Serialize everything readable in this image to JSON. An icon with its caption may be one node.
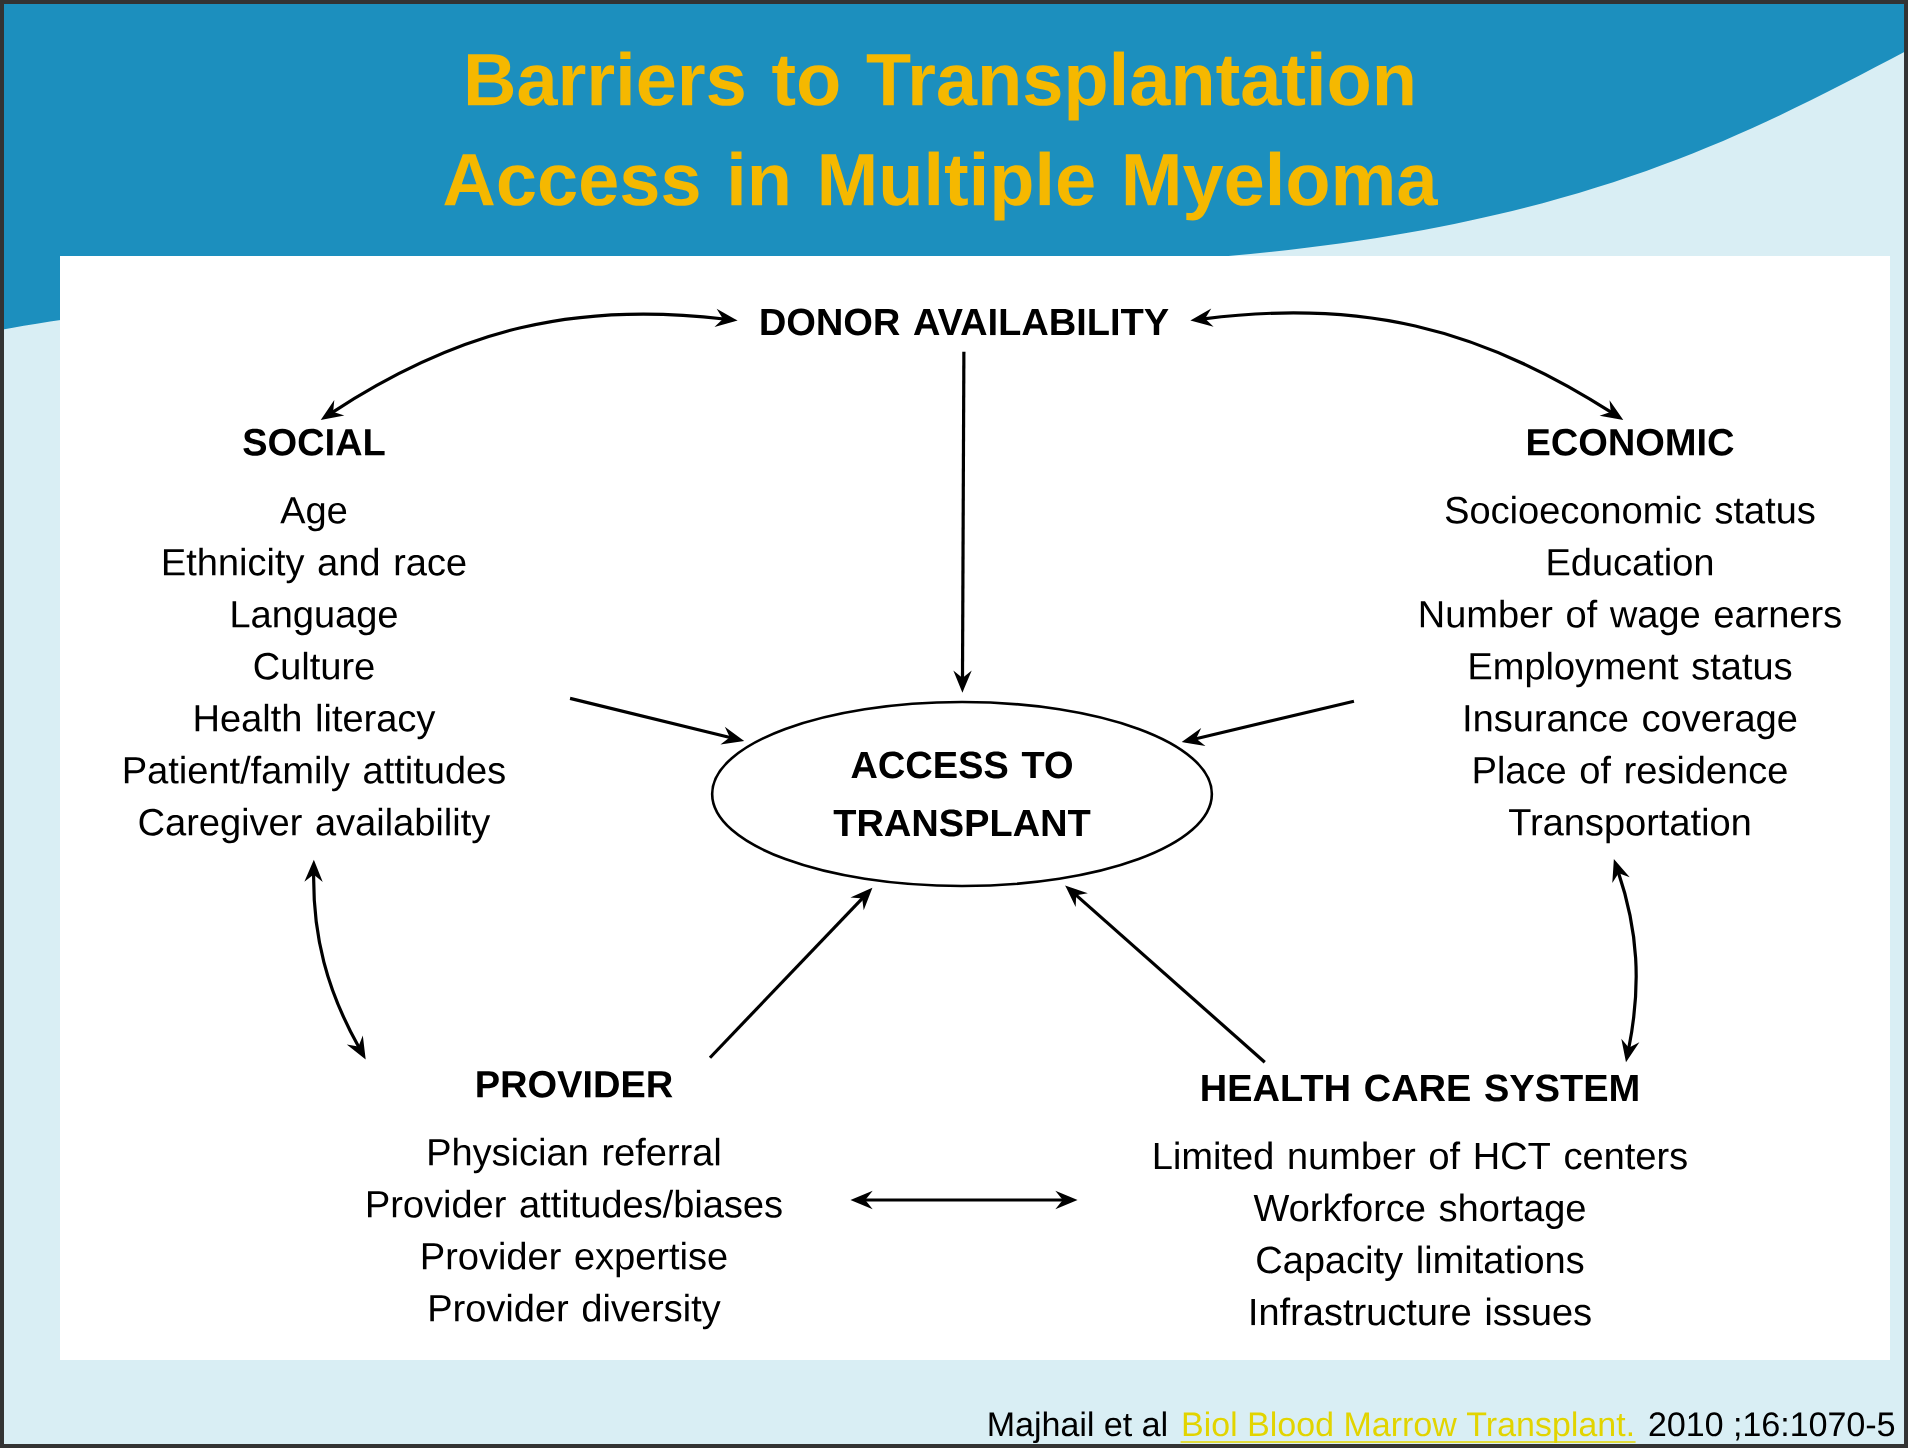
{
  "diagram": {
    "title": "Barriers to Transplantation Access in Multiple Myeloma",
    "nodes": [
      {
        "text": [
          "DONOR AVAILABILITY"
        ]
      },
      {
        "text": [
          "SOCIAL",
          "Age",
          "Ethnicity and race",
          "Language",
          "Culture",
          "Health literacy",
          "Patient/family attitudes",
          "Caregiver availability"
        ]
      },
      {
        "text": [
          "ECONOMIC",
          "Socioeconomic status",
          "Education",
          "Number of wage earners",
          "Employment status",
          "Insurance coverage",
          "Place of residence",
          "Transportation"
        ]
      },
      {
        "text": [
          "ACCESS TO TRANSPLANT"
        ]
      },
      {
        "text": [
          "PROVIDER",
          "Physician referral",
          "Provider attitudes/biases",
          "Provider expertise",
          "Provider diversity"
        ]
      },
      {
        "text": [
          "HEALTH CARE SYSTEM",
          "Limited number of HCT centers",
          "Workforce shortage",
          "Capacity limitations",
          "Infrastructure issues"
        ]
      }
    ],
    "edges": [
      {
        "from": 0,
        "to": 3,
        "arrow": "to"
      },
      {
        "from": 1,
        "to": 3,
        "arrow": "to"
      },
      {
        "from": 2,
        "to": 3,
        "arrow": "to"
      },
      {
        "from": 4,
        "to": 3,
        "arrow": "to"
      },
      {
        "from": 5,
        "to": 3,
        "arrow": "to"
      },
      {
        "from": 0,
        "to": 1,
        "arrow": "both"
      },
      {
        "from": 0,
        "to": 2,
        "arrow": "both"
      },
      {
        "from": 1,
        "to": 4,
        "arrow": "both"
      },
      {
        "from": 2,
        "to": 5,
        "arrow": "both"
      },
      {
        "from": 4,
        "to": 5,
        "arrow": "both"
      }
    ],
    "labels": [
      "Majhail et al",
      "Biol Blood Marrow Transplant.",
      "2010 ;16:1070-5"
    ]
  }
}
